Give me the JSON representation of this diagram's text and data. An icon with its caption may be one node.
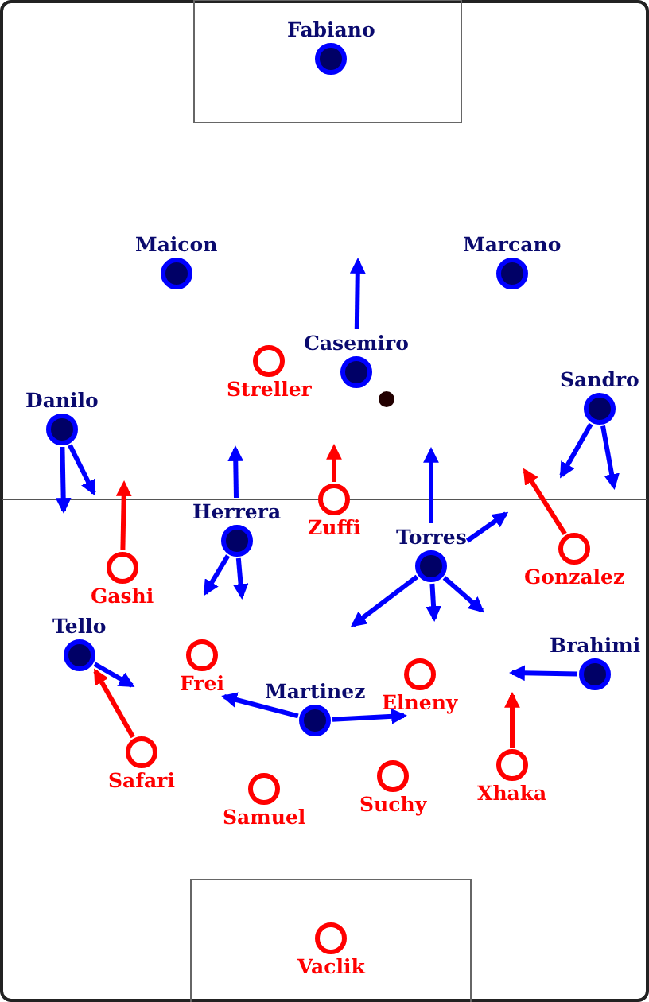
{
  "diagram": {
    "nodes": [
      {
        "text": [
          "Fabiano"
        ]
      },
      {
        "text": [
          "Maicon"
        ]
      },
      {
        "text": [
          "Marcano"
        ]
      },
      {
        "text": [
          "Casemiro"
        ]
      },
      {
        "text": [
          "Streller"
        ]
      },
      {
        "text": [
          "Sandro"
        ]
      },
      {
        "text": [
          "Danilo"
        ]
      },
      {
        "text": [
          "Zuffi"
        ]
      },
      {
        "text": [
          "Herrera"
        ]
      },
      {
        "text": [
          "Torres"
        ]
      },
      {
        "text": [
          "Gonzalez"
        ]
      },
      {
        "text": [
          "Gashi"
        ]
      },
      {
        "text": [
          "Tello"
        ]
      },
      {
        "text": [
          "Frei"
        ]
      },
      {
        "text": [
          "Brahimi"
        ]
      },
      {
        "text": [
          "Elneny"
        ]
      },
      {
        "text": [
          "Martinez"
        ]
      },
      {
        "text": [
          "Safari"
        ]
      },
      {
        "text": [
          "Xhaka"
        ]
      },
      {
        "text": [
          "Samuel"
        ]
      },
      {
        "text": [
          "Suchy"
        ]
      },
      {
        "text": [
          "Vaclik"
        ]
      }
    ],
    "edges": [
      {
        "from": 3,
        "to": null,
        "arrow": "to"
      },
      {
        "from": 6,
        "to": null,
        "arrow": "to"
      },
      {
        "from": 6,
        "to": null,
        "arrow": "to"
      },
      {
        "from": 8,
        "to": null,
        "arrow": "to"
      },
      {
        "from": 7,
        "to": null,
        "arrow": "to",
        "color": "#ff0000"
      },
      {
        "from": 9,
        "to": null,
        "arrow": "to"
      },
      {
        "from": 5,
        "to": null,
        "arrow": "to"
      },
      {
        "from": 5,
        "to": null,
        "arrow": "to"
      },
      {
        "from": 10,
        "to": null,
        "arrow": "to",
        "color": "#ff0000"
      },
      {
        "from": 11,
        "to": null,
        "arrow": "to",
        "color": "#ff0000"
      },
      {
        "from": 8,
        "to": null,
        "arrow": "to"
      },
      {
        "from": 8,
        "to": null,
        "arrow": "to"
      },
      {
        "from": 9,
        "to": null,
        "arrow": "to"
      },
      {
        "from": 9,
        "to": null,
        "arrow": "to"
      },
      {
        "from": 9,
        "to": null,
        "arrow": "to"
      },
      {
        "from": 9,
        "to": null,
        "arrow": "to"
      },
      {
        "from": 12,
        "to": null,
        "arrow": "to"
      },
      {
        "from": 17,
        "to": 12,
        "arrow": "to",
        "color": "#ff0000"
      },
      {
        "from": 16,
        "to": 13,
        "arrow": "to"
      },
      {
        "from": 16,
        "to": 15,
        "arrow": "to"
      },
      {
        "from": 14,
        "to": null,
        "arrow": "to"
      },
      {
        "from": 18,
        "to": null,
        "arrow": "to",
        "color": "#ff0000"
      }
    ]
  }
}
